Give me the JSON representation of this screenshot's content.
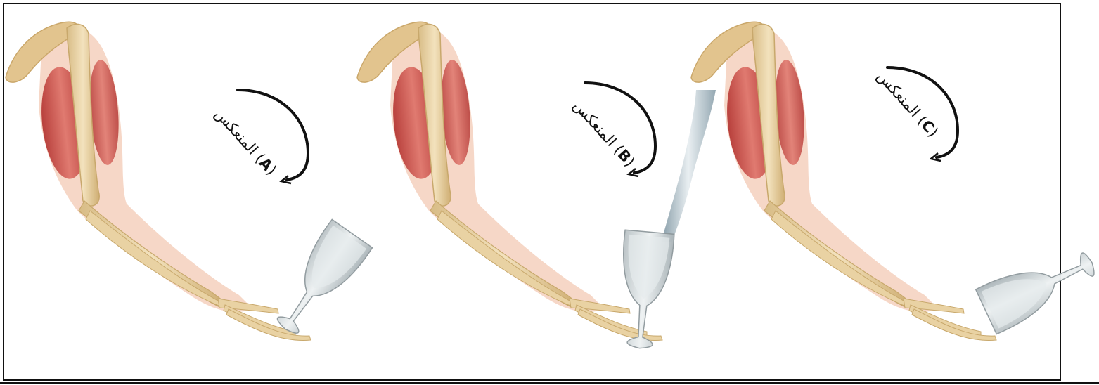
{
  "panels": [
    {
      "id": "A",
      "letter": "A",
      "word": "المنعكس"
    },
    {
      "id": "B",
      "letter": "B",
      "word": "المنعكس"
    },
    {
      "id": "C",
      "letter": "C",
      "word": "المنعكس"
    }
  ],
  "colors": {
    "bone": "#e8d3a8",
    "bone_shade": "#d2b27a",
    "muscle": "#c9504b",
    "muscle_light": "#e28b80",
    "skin": "#f4d0bd",
    "glass": "#cfd6d8",
    "water": "#9fb3bd"
  },
  "icons": [
    "arm-illustration",
    "wine-glass-icon",
    "water-stream-icon",
    "curved-arrow-icon"
  ]
}
